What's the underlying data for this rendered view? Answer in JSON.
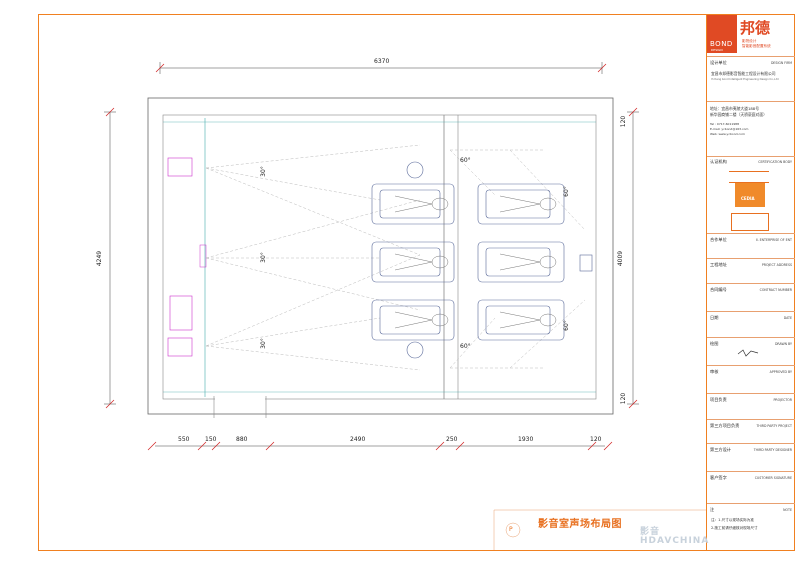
{
  "plan": {
    "dims_top": {
      "overall": "6370"
    },
    "dims_bottom": [
      "550",
      "150",
      "880",
      "2490",
      "250",
      "1930",
      "120"
    ],
    "dims_left": {
      "overall": "4249"
    },
    "dims_right": {
      "overall": "4009",
      "top": "120",
      "bottom": "120"
    },
    "angles": {
      "a1": "30°",
      "a2": "30°",
      "a3": "30°",
      "a4": "60°",
      "a5": "60°",
      "a6": "60°",
      "a7": "60°"
    },
    "title": "影音室声场布局图"
  },
  "title_block": {
    "brand_cn": "邦德",
    "brand_en": "BOND",
    "brand_en_sub": "DESIGN",
    "brand_tag1": "影院设计",
    "brand_tag2": "智能影音配置系统",
    "row_design": {
      "label": "设计单位",
      "value": "DESIGN FIRM"
    },
    "company_cn": "宜昌市邦德影音智能工程设计有限公司",
    "company_en": "Yichang bond Intelligent Engineering Design Co.,Ltd",
    "address1": "地址：宜昌市夷陵大道188号",
    "address2": "新华园商铺二楼（天骄豪庭对面）",
    "contact1": "Tel : 0717-6011988",
    "contact2": "E-mail: ycbond@163.com",
    "contact3": "Web: www.ycbond.com",
    "row_cert": {
      "label": "认证机构",
      "value": "CERTIFICATION BODY"
    },
    "cert_text": "CEDIA",
    "row_contract": {
      "label": "合作单位",
      "value": "Ⅱ. ENTERPRISE OF ENT"
    },
    "row_project": {
      "label": "工程地址",
      "value": "PROJECT ADDRESS"
    },
    "row_number": {
      "label": "合同编号",
      "value": "CONTRACT NUMBER"
    },
    "row_date": {
      "label": "日期",
      "value": "DATE"
    },
    "row_check": {
      "label": "绘图",
      "value": "DRAWN BY"
    },
    "row_approved": {
      "label": "审核",
      "value": "APPROVED BY"
    },
    "row_pm": {
      "label": "项目负责",
      "value": "PROJECTOR"
    },
    "row_third1": {
      "label": "第三方项目负责",
      "value": "THIRD PARTY PROJECT"
    },
    "row_third2": {
      "label": "第三方设计",
      "value": "THIRD PARTY DESIGNER"
    },
    "row_customer": {
      "label": "客户签字",
      "value": "CUSTOMER SIGNATURE"
    },
    "row_note": {
      "label": "注",
      "value": "NOTE"
    },
    "note_text1": "注：1.尺寸以现场实际为准",
    "note_text2": "2.施工前请仔细核对现场尺寸",
    "page_mark": "P"
  },
  "watermark": "影音\nHDAVCHINA"
}
